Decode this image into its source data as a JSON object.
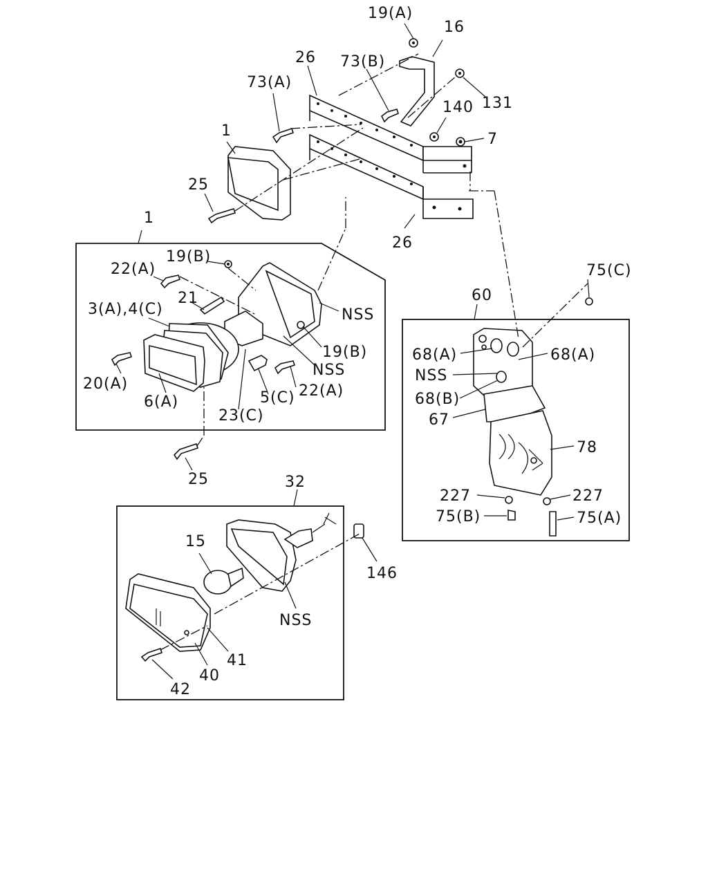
{
  "labels": {
    "l19A_top": "19(A)",
    "l16": "16",
    "l26_top": "26",
    "l73B": "73(B)",
    "l73A": "73(A)",
    "l131": "131",
    "l140": "140",
    "l7": "7",
    "l1_top": "1",
    "l25_top": "25",
    "l26_bot": "26",
    "l1_box": "1",
    "l19B_a": "19(B)",
    "l22A_a": "22(A)",
    "l21": "21",
    "l3A4C": "3(A),4(C)",
    "lNSS_1": "NSS",
    "l19B_b": "19(B)",
    "lNSS_2": "NSS",
    "l20A": "20(A)",
    "l22A_b": "22(A)",
    "l5C": "5(C)",
    "l6A": "6(A)",
    "l23C": "23(C)",
    "l25_bot": "25",
    "l75C": "75(C)",
    "l60": "60",
    "l68A_l": "68(A)",
    "l68A_r": "68(A)",
    "lNSS_3": "NSS",
    "l68B": "68(B)",
    "l67": "67",
    "l78": "78",
    "l227_l": "227",
    "l227_r": "227",
    "l75B": "75(B)",
    "l75A": "75(A)",
    "l32": "32",
    "l15": "15",
    "l146": "146",
    "lNSS_4": "NSS",
    "l41": "41",
    "l40": "40",
    "l42": "42"
  }
}
